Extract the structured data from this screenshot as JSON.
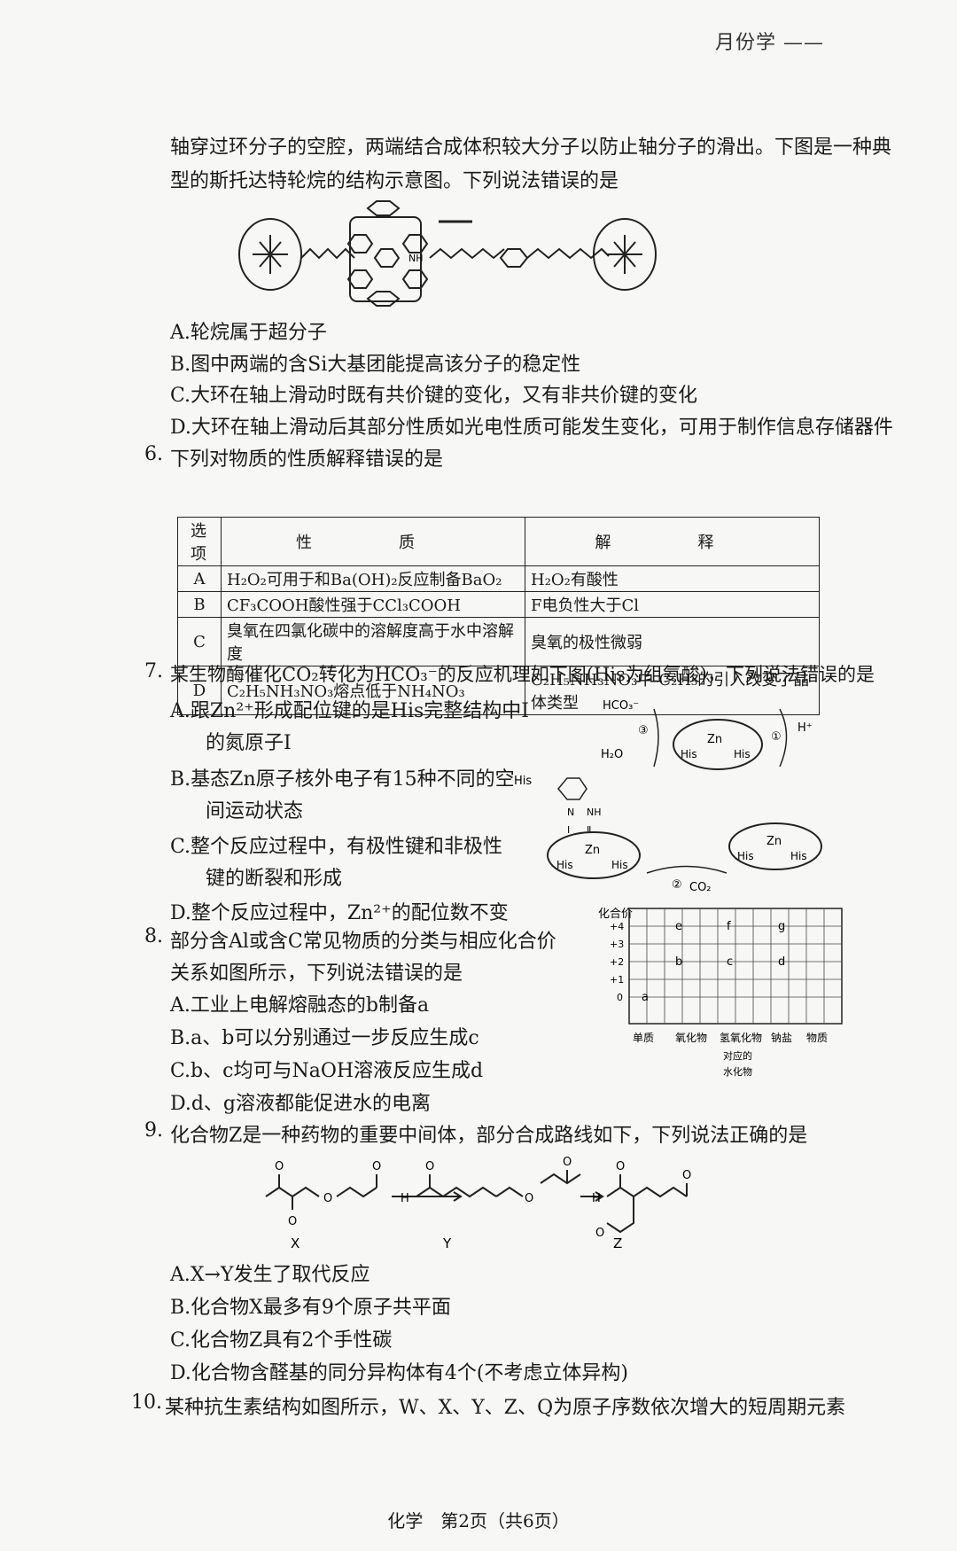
{
  "header_corner": "月份学 ——",
  "intro": {
    "line1": "轴穿过环分子的空腔，两端结合成体积较大分子以防止轴分子的滑出。下图是一种典",
    "line2": "型的斯托达特轮烷的结构示意图。下列说法错误的是"
  },
  "q5": {
    "figure": {
      "nh_label": "NH"
    },
    "options": [
      "A.轮烷属于超分子",
      "B.图中两端的含Si大基团能提高该分子的稳定性",
      "C.大环在轴上滑动时既有共价键的变化，又有非共价键的变化",
      "D.大环在轴上滑动后其部分性质如光电性质可能发生变化，可用于制作信息存储器件"
    ]
  },
  "q6": {
    "num": "6.",
    "stem": "下列对物质的性质解释错误的是",
    "table": {
      "headers": [
        "选项",
        "性　质",
        "解　释"
      ],
      "rows": [
        [
          "A",
          "H₂O₂可用于和Ba(OH)₂反应制备BaO₂",
          "H₂O₂有酸性"
        ],
        [
          "B",
          "CF₃COOH酸性强于CCl₃COOH",
          "F电负性大于Cl"
        ],
        [
          "C",
          "臭氧在四氯化碳中的溶解度高于水中溶解度",
          "臭氧的极性微弱"
        ],
        [
          "D",
          "C₂H₅NH₃NO₃熔点低于NH₄NO₃",
          "C₂H₅NH₃NO₃中-C₂H₅的引入改变了晶体类型"
        ]
      ]
    }
  },
  "q7": {
    "num": "7.",
    "stem": "某生物酶催化CO₂转化为HCO₃⁻的反应机理如下图(His为组氨酸)，下列说法错误的是",
    "options": [
      "A.跟Zn²⁺形成配位键的是His完整结构中Ⅰ",
      "的氮原子Ⅰ",
      "B.基态Zn原子核外电子有15种不同的空",
      "间运动状态",
      "C.整个反应过程中，有极性键和非极性",
      "键的断裂和形成",
      "D.整个反应过程中，Zn²⁺的配位数不变"
    ],
    "figure": {
      "hco3": "HCO₃⁻",
      "h2o": "H₂O",
      "co2": "CO₂",
      "his": "His",
      "zn": "Zn",
      "step1": "①",
      "step2": "②",
      "step3": "③",
      "h_plus": "H⁺",
      "nh": "NH",
      "n": "N",
      "roman1": "Ⅰ",
      "roman2": "Ⅱ",
      "his_arrow": "His"
    }
  },
  "q8": {
    "num": "8.",
    "stem1": "部分含Al或含C常见物质的分类与相应化合价",
    "stem2": "关系如图所示，下列说法错误的是",
    "options": [
      "A.工业上电解熔融态的b制备a",
      "B.a、b可以分别通过一步反应生成c",
      "C.b、c均可与NaOH溶液反应生成d",
      "D.d、g溶液都能促进水的电离"
    ],
    "chart": {
      "ylabel": "化合价",
      "yticks": [
        "+4",
        "+3",
        "+2",
        "+1",
        "0"
      ],
      "xcats": [
        "单质",
        "氧化物",
        "氢氧化物",
        "钠盐",
        "物质"
      ],
      "xnote": [
        "对应的",
        "水化物"
      ],
      "points": [
        "a",
        "b",
        "c",
        "d",
        "e",
        "f",
        "g"
      ]
    }
  },
  "q9": {
    "num": "9.",
    "stem": "化合物Z是一种药物的重要中间体，部分合成路线如下，下列说法正确的是",
    "labels": [
      "X",
      "Y",
      "Z"
    ],
    "atom_o": "O",
    "atom_h": "H",
    "options": [
      "A.X→Y发生了取代反应",
      "B.化合物X最多有9个原子共平面",
      "C.化合物Z具有2个手性碳",
      "D.化合物含醛基的同分异构体有4个(不考虑立体异构)"
    ]
  },
  "q10": {
    "num": "10.",
    "stem": "某种抗生素结构如图所示，W、X、Y、Z、Q为原子序数依次增大的短周期元素"
  },
  "footer": "化学　第2页（共6页）"
}
